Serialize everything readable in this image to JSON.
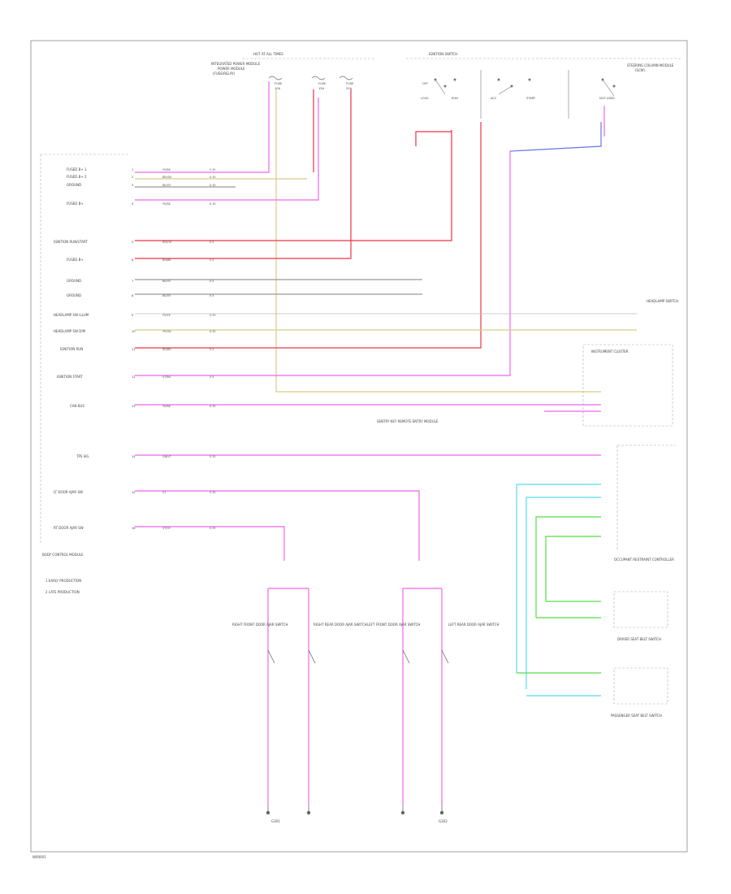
{
  "colors": {
    "pink": "#ee66ee",
    "red": "#ee3344",
    "tan": "#d8cc88",
    "gray": "#999999",
    "blue": "#6677ee",
    "cyan": "#55ddee",
    "green": "#55dd44",
    "frame": "#888888"
  },
  "footer": {
    "code": "W00001"
  },
  "connectors": {
    "left": [
      {
        "label": "FUSED B+ 1",
        "pin": "1",
        "code": "YE/BK",
        "gauge": "0.35"
      },
      {
        "label": "FUSED B+ 2",
        "pin": "2",
        "code": "BK/GN",
        "gauge": "0.35"
      },
      {
        "label": "GROUND",
        "pin": "3",
        "code": "BK/GY",
        "gauge": "0.35"
      },
      {
        "label": "FUSED B+",
        "pin": "4",
        "code": "YE/BK",
        "gauge": "0.35"
      },
      {
        "label": "IGNITION RUN/START",
        "pin": "5",
        "code": "RD/OG",
        "gauge": "0.5"
      },
      {
        "label": "FUSED B+",
        "pin": "6",
        "code": "RD/BK",
        "gauge": "0.5"
      },
      {
        "label": "GROUND",
        "pin": "7",
        "code": "BK/GY",
        "gauge": "0.5"
      },
      {
        "label": "GROUND",
        "pin": "8",
        "code": "BK/GY",
        "gauge": "0.5"
      },
      {
        "label": "HEADLAMP SW ILLUM",
        "pin": "9",
        "code": "GY/YE",
        "gauge": "0.35"
      },
      {
        "label": "HEADLAMP SW DIM",
        "pin": "10",
        "code": "YE/GN",
        "gauge": "0.35"
      },
      {
        "label": "IGNITION RUN",
        "pin": "11",
        "code": "RD/BU",
        "gauge": "0.5"
      },
      {
        "label": "IGNITION START",
        "pin": "12",
        "code": "VT/BU",
        "gauge": "0.5"
      },
      {
        "label": "CAN BUS",
        "pin": "13",
        "code": "YE/BK",
        "gauge": "0.35"
      },
      {
        "label": "TPS SIG",
        "pin": "14",
        "code": "GN/VT",
        "gauge": "0.35"
      },
      {
        "label": "LT DOOR AJAR SW",
        "pin": "15",
        "code": "VT",
        "gauge": "0.35"
      },
      {
        "label": "RT DOOR AJAR SW",
        "pin": "16",
        "code": "VT/GY",
        "gauge": "0.35"
      }
    ]
  },
  "components": {
    "top_left_module": "INTEGRATED POWER MODULE",
    "top_mid_switch": "IGNITION SWITCH",
    "top_right_module": "STEERING COLUMN MODULE",
    "right_module_1": "HEADLAMP SWITCH",
    "right_cluster": "INSTRUMENT CLUSTER",
    "mid_module": "SENTRY KEY REMOTE ENTRY MODULE",
    "occupant_module": "OCCUPANT RESTRAINT CONTROLLER",
    "driver_buckle": "DRIVER SEAT BELT SWITCH",
    "pass_buckle": "PASSENGER SEAT BELT SWITCH",
    "body_controller": "BODY CONTROL MODULE",
    "rt_front_door": "RIGHT FRONT DOOR AJAR SWITCH",
    "rt_rear_door": "RIGHT REAR DOOR AJAR SWITCH",
    "lt_front_door": "LEFT FRONT DOOR AJAR SWITCH",
    "lt_rear_door": "LEFT REAR DOOR AJAR SWITCH",
    "ground_1": "G301",
    "ground_2": "G302"
  },
  "notes": {
    "title": "BODY CONTROL MODULE",
    "line1": "1  EARLY PRODUCTION",
    "line2": "2  LATE PRODUCTION"
  }
}
